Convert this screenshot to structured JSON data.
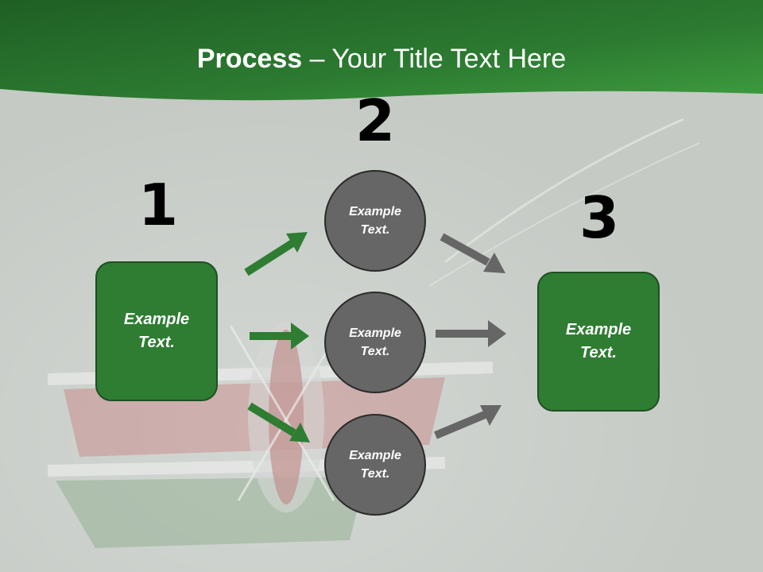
{
  "header": {
    "title_bold": "Process",
    "title_rest": " – Your Title Text Here"
  },
  "steps": {
    "step1_number": "1",
    "step2_number": "2",
    "step3_number": "3"
  },
  "nodes": {
    "left_box": "Example\nText.",
    "circle_top": "Example\nText.",
    "circle_middle": "Example\nText.",
    "circle_bottom": "Example\nText.",
    "right_box": "Example\nText."
  },
  "colors": {
    "header_green": "#2e7d32",
    "box_green": "#2e7d32",
    "circle_gray": "#666666",
    "arrow_green": "#2e7d32",
    "arrow_gray": "#666666",
    "background": "#c5cac5"
  },
  "background_image": "kenya-flag-shield-spear-motif"
}
